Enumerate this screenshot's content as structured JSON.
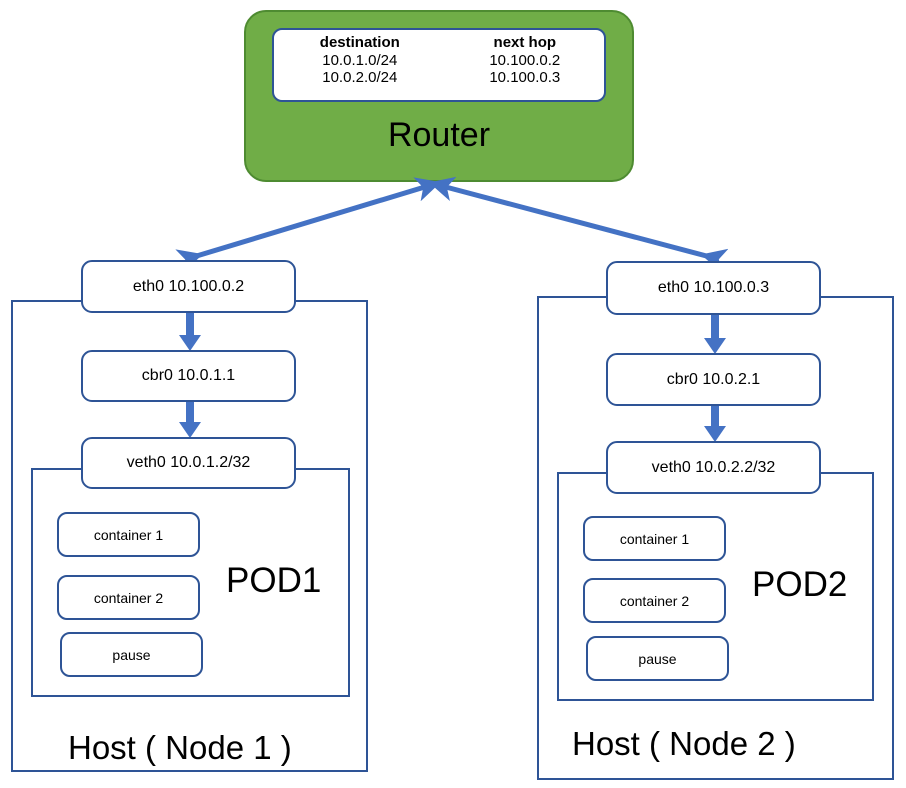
{
  "router": {
    "title": "Router",
    "fill_color": "#70AD47",
    "border_color": "#4E8B31",
    "routing_table": {
      "headers": [
        "destination",
        "next hop"
      ],
      "rows": [
        [
          "10.0.1.0/24",
          "10.100.0.2"
        ],
        [
          "10.0.2.0/24",
          "10.100.0.3"
        ]
      ]
    }
  },
  "accent_colors": {
    "box_border": "#2E5496",
    "arrow": "#4472C4",
    "router_green": "#70AD47"
  },
  "hosts": [
    {
      "label": "Host ( Node 1 )",
      "eth": "eth0 10.100.0.2",
      "cbr": "cbr0 10.0.1.1",
      "veth": "veth0 10.0.1.2/32",
      "pod": {
        "label": "POD1",
        "containers": [
          "container 1",
          "container 2",
          "pause"
        ]
      }
    },
    {
      "label": "Host ( Node 2 )",
      "eth": "eth0 10.100.0.3",
      "cbr": "cbr0 10.0.2.1",
      "veth": "veth0 10.0.2.2/32",
      "pod": {
        "label": "POD2",
        "containers": [
          "container 1",
          "container 2",
          "pause"
        ]
      }
    }
  ]
}
